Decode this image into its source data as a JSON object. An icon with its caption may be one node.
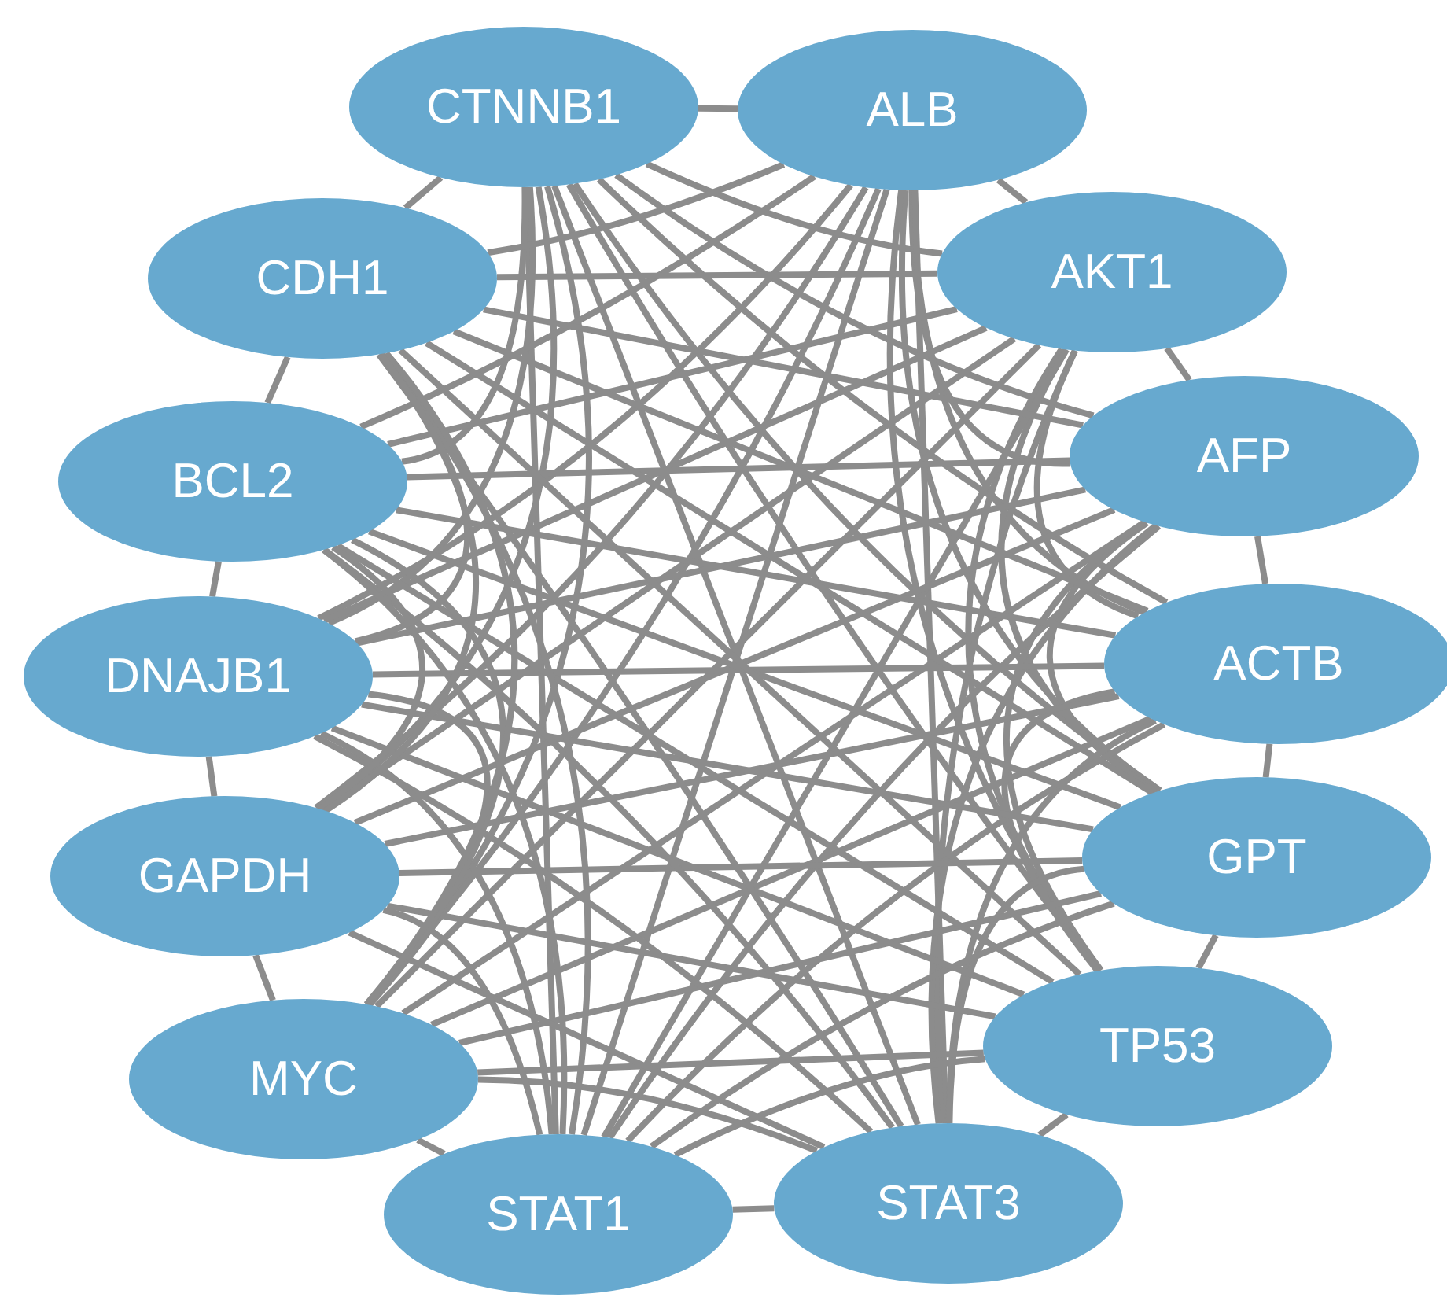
{
  "diagram": {
    "nodes": [
      {
        "text": [
          "CTNNB1"
        ]
      },
      {
        "text": [
          "ALB"
        ]
      },
      {
        "text": [
          "AKT1"
        ]
      },
      {
        "text": [
          "AFP"
        ]
      },
      {
        "text": [
          "ACTB"
        ]
      },
      {
        "text": [
          "GPT"
        ]
      },
      {
        "text": [
          "TP53"
        ]
      },
      {
        "text": [
          "STAT3"
        ]
      },
      {
        "text": [
          "STAT1"
        ]
      },
      {
        "text": [
          "MYC"
        ]
      },
      {
        "text": [
          "GAPDH"
        ]
      },
      {
        "text": [
          "DNAJB1"
        ]
      },
      {
        "text": [
          "BCL2"
        ]
      },
      {
        "text": [
          "CDH1"
        ]
      }
    ],
    "edges": [
      {
        "from": 0,
        "to": 1,
        "arrow": "none"
      },
      {
        "from": 0,
        "to": 2,
        "arrow": "none"
      },
      {
        "from": 0,
        "to": 3,
        "arrow": "none"
      },
      {
        "from": 0,
        "to": 4,
        "arrow": "none"
      },
      {
        "from": 0,
        "to": 5,
        "arrow": "none"
      },
      {
        "from": 0,
        "to": 6,
        "arrow": "none"
      },
      {
        "from": 0,
        "to": 7,
        "arrow": "none"
      },
      {
        "from": 0,
        "to": 8,
        "arrow": "none"
      },
      {
        "from": 0,
        "to": 9,
        "arrow": "none"
      },
      {
        "from": 0,
        "to": 10,
        "arrow": "none"
      },
      {
        "from": 0,
        "to": 11,
        "arrow": "none"
      },
      {
        "from": 0,
        "to": 12,
        "arrow": "none"
      },
      {
        "from": 0,
        "to": 13,
        "arrow": "none"
      },
      {
        "from": 1,
        "to": 2,
        "arrow": "none"
      },
      {
        "from": 1,
        "to": 3,
        "arrow": "none"
      },
      {
        "from": 1,
        "to": 4,
        "arrow": "none"
      },
      {
        "from": 1,
        "to": 5,
        "arrow": "none"
      },
      {
        "from": 1,
        "to": 6,
        "arrow": "none"
      },
      {
        "from": 1,
        "to": 7,
        "arrow": "none"
      },
      {
        "from": 1,
        "to": 8,
        "arrow": "none"
      },
      {
        "from": 1,
        "to": 9,
        "arrow": "none"
      },
      {
        "from": 1,
        "to": 10,
        "arrow": "none"
      },
      {
        "from": 1,
        "to": 11,
        "arrow": "none"
      },
      {
        "from": 1,
        "to": 12,
        "arrow": "none"
      },
      {
        "from": 1,
        "to": 13,
        "arrow": "none"
      },
      {
        "from": 2,
        "to": 3,
        "arrow": "none"
      },
      {
        "from": 2,
        "to": 4,
        "arrow": "none"
      },
      {
        "from": 2,
        "to": 5,
        "arrow": "none"
      },
      {
        "from": 2,
        "to": 6,
        "arrow": "none"
      },
      {
        "from": 2,
        "to": 7,
        "arrow": "none"
      },
      {
        "from": 2,
        "to": 8,
        "arrow": "none"
      },
      {
        "from": 2,
        "to": 9,
        "arrow": "none"
      },
      {
        "from": 2,
        "to": 10,
        "arrow": "none"
      },
      {
        "from": 2,
        "to": 11,
        "arrow": "none"
      },
      {
        "from": 2,
        "to": 12,
        "arrow": "none"
      },
      {
        "from": 2,
        "to": 13,
        "arrow": "none"
      },
      {
        "from": 3,
        "to": 4,
        "arrow": "none"
      },
      {
        "from": 3,
        "to": 5,
        "arrow": "none"
      },
      {
        "from": 3,
        "to": 6,
        "arrow": "none"
      },
      {
        "from": 3,
        "to": 7,
        "arrow": "none"
      },
      {
        "from": 3,
        "to": 8,
        "arrow": "none"
      },
      {
        "from": 3,
        "to": 9,
        "arrow": "none"
      },
      {
        "from": 3,
        "to": 10,
        "arrow": "none"
      },
      {
        "from": 3,
        "to": 11,
        "arrow": "none"
      },
      {
        "from": 3,
        "to": 12,
        "arrow": "none"
      },
      {
        "from": 3,
        "to": 13,
        "arrow": "none"
      },
      {
        "from": 4,
        "to": 5,
        "arrow": "none"
      },
      {
        "from": 4,
        "to": 6,
        "arrow": "none"
      },
      {
        "from": 4,
        "to": 7,
        "arrow": "none"
      },
      {
        "from": 4,
        "to": 8,
        "arrow": "none"
      },
      {
        "from": 4,
        "to": 9,
        "arrow": "none"
      },
      {
        "from": 4,
        "to": 10,
        "arrow": "none"
      },
      {
        "from": 4,
        "to": 11,
        "arrow": "none"
      },
      {
        "from": 4,
        "to": 12,
        "arrow": "none"
      },
      {
        "from": 4,
        "to": 13,
        "arrow": "none"
      },
      {
        "from": 5,
        "to": 6,
        "arrow": "none"
      },
      {
        "from": 5,
        "to": 7,
        "arrow": "none"
      },
      {
        "from": 5,
        "to": 8,
        "arrow": "none"
      },
      {
        "from": 5,
        "to": 9,
        "arrow": "none"
      },
      {
        "from": 5,
        "to": 10,
        "arrow": "none"
      },
      {
        "from": 5,
        "to": 11,
        "arrow": "none"
      },
      {
        "from": 5,
        "to": 12,
        "arrow": "none"
      },
      {
        "from": 5,
        "to": 13,
        "arrow": "none"
      },
      {
        "from": 6,
        "to": 7,
        "arrow": "none"
      },
      {
        "from": 6,
        "to": 8,
        "arrow": "none"
      },
      {
        "from": 6,
        "to": 9,
        "arrow": "none"
      },
      {
        "from": 6,
        "to": 10,
        "arrow": "none"
      },
      {
        "from": 6,
        "to": 11,
        "arrow": "none"
      },
      {
        "from": 6,
        "to": 12,
        "arrow": "none"
      },
      {
        "from": 6,
        "to": 13,
        "arrow": "none"
      },
      {
        "from": 7,
        "to": 8,
        "arrow": "none"
      },
      {
        "from": 7,
        "to": 9,
        "arrow": "none"
      },
      {
        "from": 7,
        "to": 10,
        "arrow": "none"
      },
      {
        "from": 7,
        "to": 11,
        "arrow": "none"
      },
      {
        "from": 7,
        "to": 12,
        "arrow": "none"
      },
      {
        "from": 7,
        "to": 13,
        "arrow": "none"
      },
      {
        "from": 8,
        "to": 9,
        "arrow": "none"
      },
      {
        "from": 8,
        "to": 10,
        "arrow": "none"
      },
      {
        "from": 8,
        "to": 11,
        "arrow": "none"
      },
      {
        "from": 8,
        "to": 12,
        "arrow": "none"
      },
      {
        "from": 8,
        "to": 13,
        "arrow": "none"
      },
      {
        "from": 9,
        "to": 10,
        "arrow": "none"
      },
      {
        "from": 9,
        "to": 11,
        "arrow": "none"
      },
      {
        "from": 9,
        "to": 12,
        "arrow": "none"
      },
      {
        "from": 9,
        "to": 13,
        "arrow": "none"
      },
      {
        "from": 10,
        "to": 11,
        "arrow": "none"
      },
      {
        "from": 10,
        "to": 12,
        "arrow": "none"
      },
      {
        "from": 10,
        "to": 13,
        "arrow": "none"
      },
      {
        "from": 11,
        "to": 12,
        "arrow": "none"
      },
      {
        "from": 11,
        "to": 13,
        "arrow": "none"
      },
      {
        "from": 12,
        "to": 13,
        "arrow": "none"
      }
    ]
  }
}
